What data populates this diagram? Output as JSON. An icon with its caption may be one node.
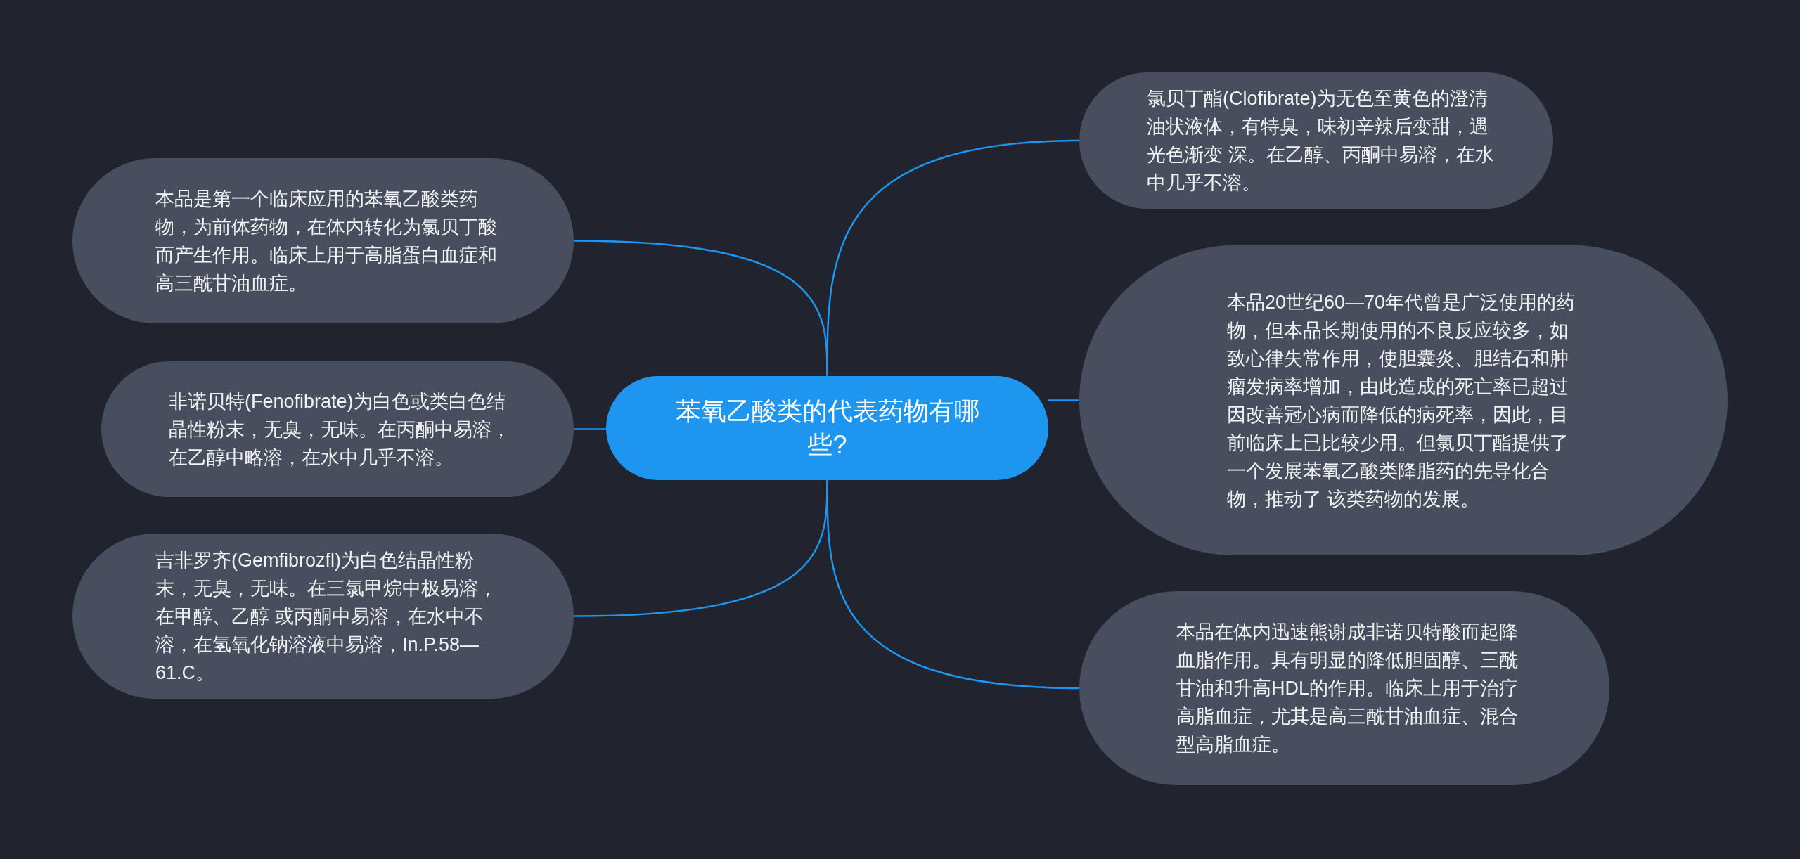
{
  "diagram": {
    "nodes": [
      {
        "text": [
          "苯氧乙酸类的代表药物有哪些?"
        ]
      },
      {
        "text": [
          "本品是第一个临床应用的苯氧乙酸类药物，为前体药物，在体内转化为氯贝丁酸而产生作用。临床上用于高脂蛋白血症和高三酰甘油血症。"
        ]
      },
      {
        "text": [
          "非诺贝特(Fenofibrate)为白色或类白色结晶性粉末，无臭，无味。在丙酮中易溶，在乙醇中略溶，在水中几乎不溶。"
        ]
      },
      {
        "text": [
          "吉非罗齐(Gemfibrozfl)为白色结晶性粉末，无臭，无味。在三氯甲烷中极易溶，在甲醇、乙醇 或丙酮中易溶，在水中不溶，在氢氧化钠溶液中易溶，In.P.58—61.C。"
        ]
      },
      {
        "text": [
          "氯贝丁酯(Clofibrate)为无色至黄色的澄清油状液体，有特臭，味初辛辣后变甜，遇光色渐变 深。在乙醇、丙酮中易溶，在水中几乎不溶。"
        ]
      },
      {
        "text": [
          "本品20世纪60—70年代曾是广泛使用的药物，但本品长期使用的不良反应较多，如致心律失常作用，使胆囊炎、胆结石和肿瘤发病率增加，由此造成的死亡率已超过因改善冠心病而降低的病死率，因此，目前临床上已比较少用。但氯贝丁酯提供了一个发展苯氧乙酸类降脂药的先导化合物，推动了 该类药物的发展。"
        ]
      },
      {
        "text": [
          "本品在体内迅速熊谢成非诺贝特酸而起降血脂作用。具有明显的降低胆固醇、三酰甘油和升高HDL的作用。临床上用于治疗高脂血症，尤其是高三酰甘油血症、混合型高脂血症。"
        ]
      }
    ],
    "edges": [
      {
        "from": 0,
        "to": 1,
        "arrow": "none"
      },
      {
        "from": 0,
        "to": 2,
        "arrow": "none"
      },
      {
        "from": 0,
        "to": 3,
        "arrow": "none"
      },
      {
        "from": 0,
        "to": 4,
        "arrow": "none"
      },
      {
        "from": 0,
        "to": 5,
        "arrow": "none"
      },
      {
        "from": 0,
        "to": 6,
        "arrow": "none"
      }
    ]
  }
}
